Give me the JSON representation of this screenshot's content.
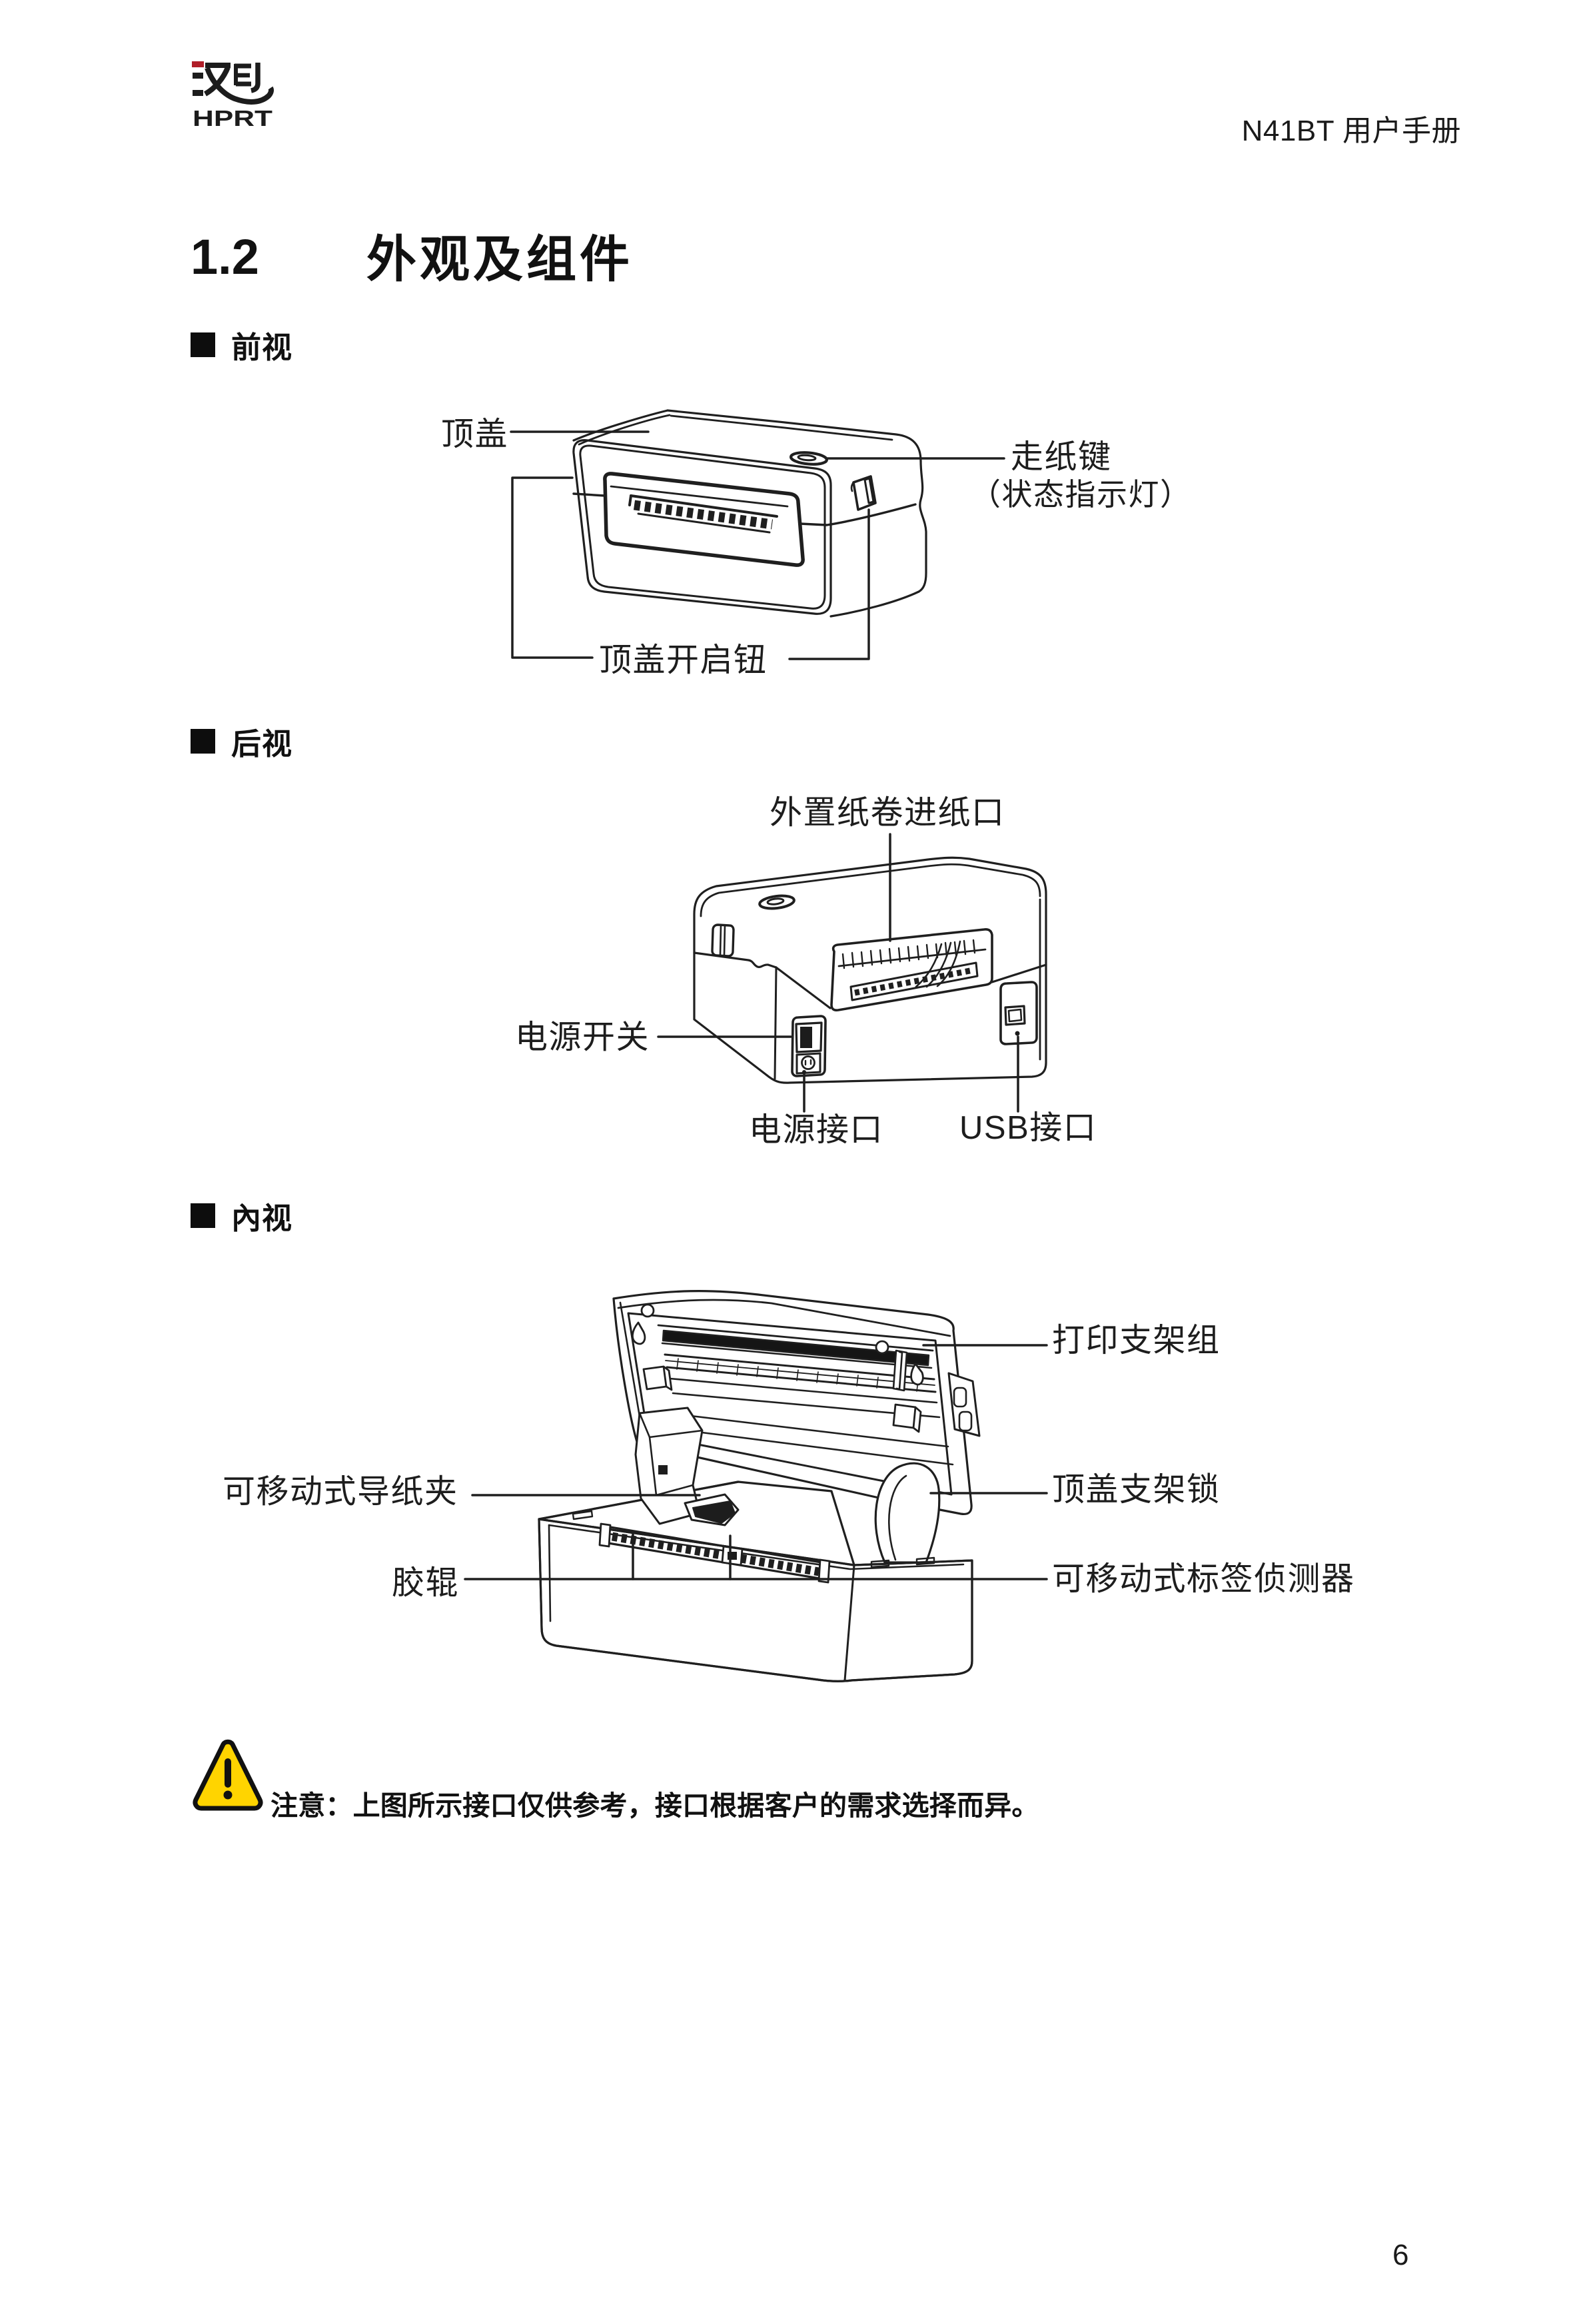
{
  "header": {
    "brand_cn": "汉印",
    "brand_en": "HPRT",
    "doc_title": "N41BT 用户手册"
  },
  "heading": {
    "number": "1.2",
    "title": "外观及组件"
  },
  "sections": {
    "front": "前视",
    "rear": "后视",
    "interior": "內视"
  },
  "figures": {
    "front": {
      "top_cover": "顶盖",
      "feed_key": "走纸键",
      "status_light": "（状态指示灯）",
      "cover_open_button": "顶盖开启钮"
    },
    "rear": {
      "external_feed_slot": "外置纸卷进纸口",
      "power_switch": "电源开关",
      "power_port": "电源接口",
      "usb_port": "USB接口"
    },
    "interior": {
      "print_bracket": "打印支架组",
      "movable_paper_guide": "可移动式导纸夹",
      "cover_bracket_lock": "顶盖支架锁",
      "platen_roller": "胶辊",
      "movable_label_sensor": "可移动式标签侦测器"
    }
  },
  "notice": {
    "text": "注意：上图所示接口仅供参考，接口根据客户的需求选择而异。"
  },
  "page_number": "6",
  "colors": {
    "accent_red": "#b01e28",
    "warning_yellow": "#ffd400",
    "ink": "#1a1a1a"
  }
}
